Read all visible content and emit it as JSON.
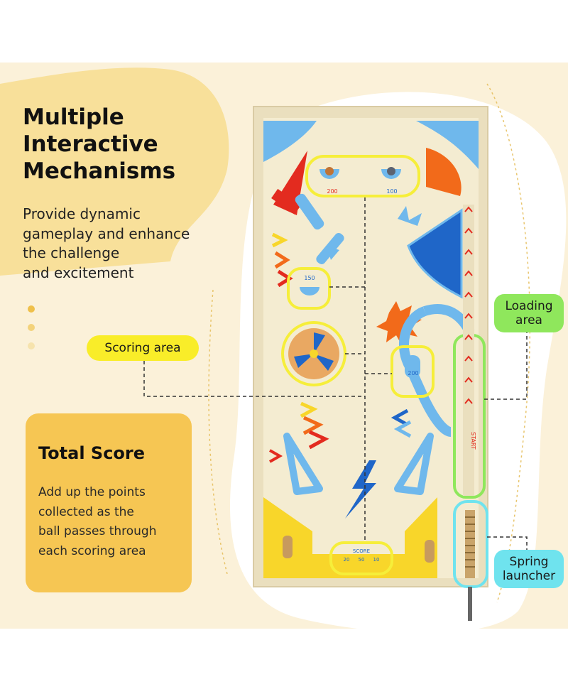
{
  "headline": "Multiple\nInteractive\nMechanisms",
  "subtitle": "Provide dynamic\ngameplay and enhance\nthe challenge\nand excitement",
  "carousel_dots": [
    "#efc04a",
    "#f3d27a",
    "#f6e3ad"
  ],
  "total_score": {
    "title": "Total Score",
    "text": "Add up the points\ncollected as the\nball passes through\neach scoring area"
  },
  "tags": {
    "scoring": "Scoring area",
    "loading": "Loading\narea",
    "spring": "Spring\nlauncher"
  },
  "board": {
    "score_200_top": "200",
    "score_100_top": "100",
    "score_150": "150",
    "score_200_mid": "200",
    "score_label": "SCORE",
    "score_20": "20",
    "score_50": "50",
    "score_10": "10",
    "start_label": "START"
  },
  "colors": {
    "panel": "#fbf1d9",
    "blob_yellow": "#f8e09a",
    "board_wood": "#f4ecd1",
    "frame": "#eadfbe",
    "blue": "#1f66c8",
    "light_blue": "#6fb8ec",
    "red": "#e32b1f",
    "orange": "#f26a1a",
    "yellow": "#f8d62a",
    "glow_yellow": "#f6ee3a",
    "glow_green": "#8fe75c",
    "glow_cyan": "#6fe3ee"
  }
}
